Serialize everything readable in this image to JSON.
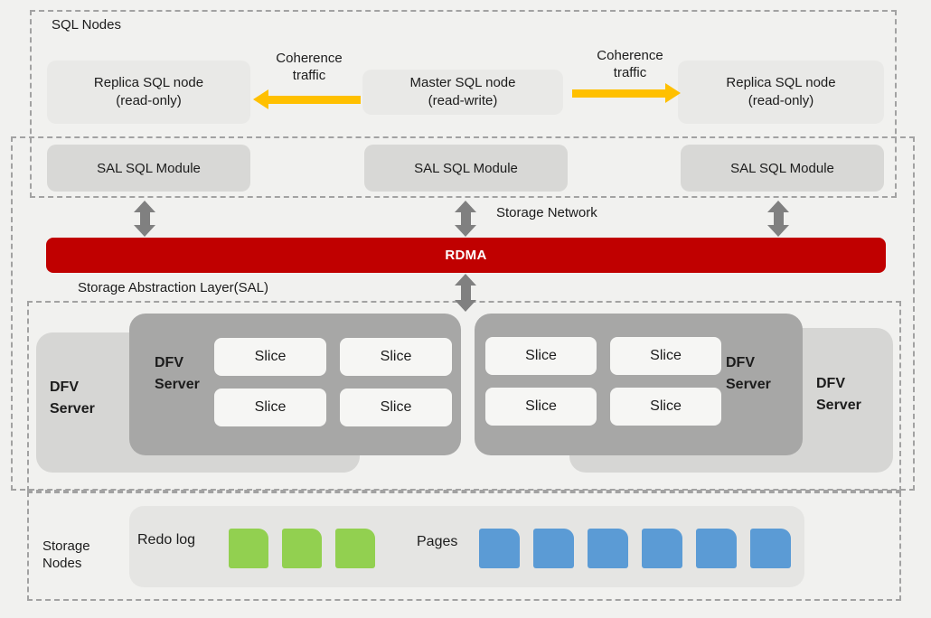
{
  "colors": {
    "background": "#f1f1ef",
    "node_box": "#e9e9e7",
    "module_box": "#d8d8d6",
    "rdma_red": "#c00000",
    "coherence_arrow_yellow": "#ffc000",
    "network_arrow_gray": "#808080",
    "dfv_light_gray": "#d6d6d4",
    "dfv_dark_gray": "#a7a7a6",
    "slice_bg": "#f6f6f4",
    "storage_inner_box": "#e5e5e3",
    "redo_log_green": "#92d050",
    "pages_blue": "#5b9bd5",
    "dashed_border": "#a2a2a2"
  },
  "sql_nodes": {
    "group_label": "SQL Nodes",
    "replica_left": {
      "line1": "Replica SQL node",
      "line2": "(read-only)"
    },
    "master": {
      "line1": "Master SQL node",
      "line2": "(read-write)"
    },
    "replica_right": {
      "line1": "Replica SQL node",
      "line2": "(read-only)"
    },
    "coherence_left": {
      "line1": "Coherence",
      "line2": "traffic"
    },
    "coherence_right": {
      "line1": "Coherence",
      "line2": "traffic"
    }
  },
  "sal": {
    "modules": [
      "SAL SQL Module",
      "SAL SQL Module",
      "SAL SQL Module"
    ],
    "storage_network_label": "Storage Network",
    "rdma_label": "RDMA",
    "layer_label": "Storage Abstraction Layer(SAL)"
  },
  "dfv": {
    "server_light_left": {
      "line1": "DFV",
      "line2": "Server"
    },
    "server_dark_left": {
      "line1": "DFV",
      "line2": "Server"
    },
    "server_dark_right": {
      "line1": "DFV",
      "line2": "Server"
    },
    "server_light_right": {
      "line1": "DFV",
      "line2": "Server"
    },
    "slices": [
      "Slice",
      "Slice",
      "Slice",
      "Slice",
      "Slice",
      "Slice",
      "Slice",
      "Slice"
    ]
  },
  "storage_nodes": {
    "group_label": {
      "line1": "Storage",
      "line2": "Nodes"
    },
    "redo_log_label": "Redo log",
    "pages_label": "Pages",
    "redo_block_count": 3,
    "page_block_count": 6
  }
}
